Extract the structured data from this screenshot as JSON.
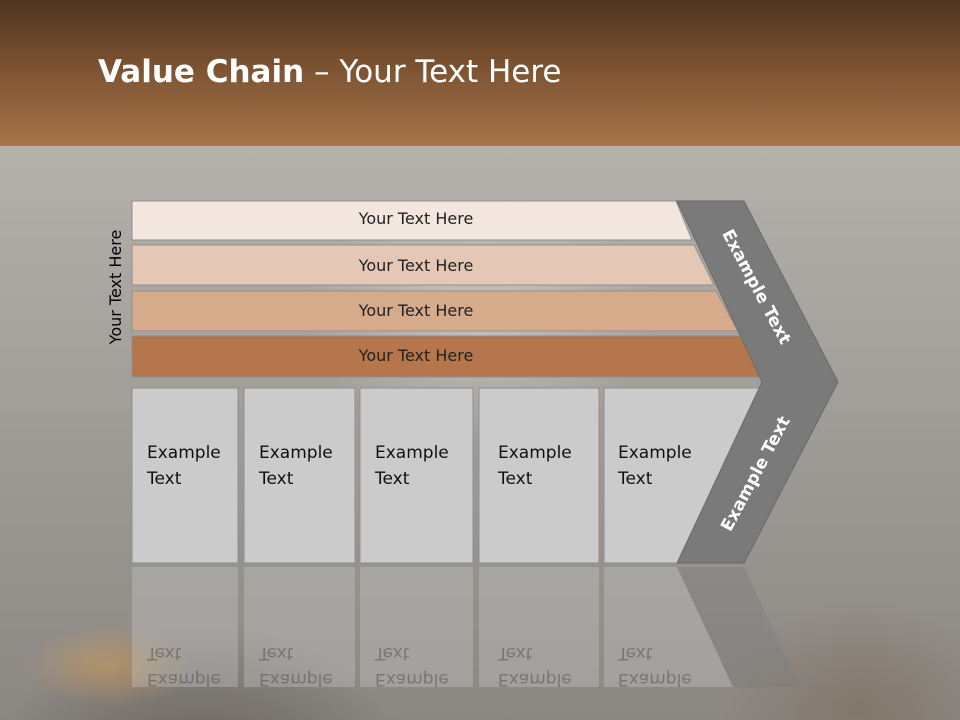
{
  "slide": {
    "title_bold": "Value Chain",
    "title_rest": " – Your Text Here",
    "side_label": "Your Text Here"
  },
  "rows": [
    {
      "label": "Your Text Here",
      "fill": "#f2e6de"
    },
    {
      "label": "Your Text Here",
      "fill": "#e4c8b5"
    },
    {
      "label": "Your Text Here",
      "fill": "#d5ab8c"
    },
    {
      "label": "Your Text Here",
      "fill": "#b4764a"
    }
  ],
  "boxes": [
    {
      "line1": "Example",
      "line2": "Text"
    },
    {
      "line1": "Example",
      "line2": "Text"
    },
    {
      "line1": "Example",
      "line2": "Text"
    },
    {
      "line1": "Example",
      "line2": "Text"
    },
    {
      "line1": "Example",
      "line2": "Text"
    }
  ],
  "arrow": {
    "upper_label": "Example Text",
    "lower_label": "Example Text",
    "fill": "#7a7a7a"
  },
  "colors": {
    "header_top": "#4f3520",
    "header_bottom": "#a87549",
    "box_fill": "#cbcbcb",
    "box_stroke": "#8f8f8f"
  }
}
